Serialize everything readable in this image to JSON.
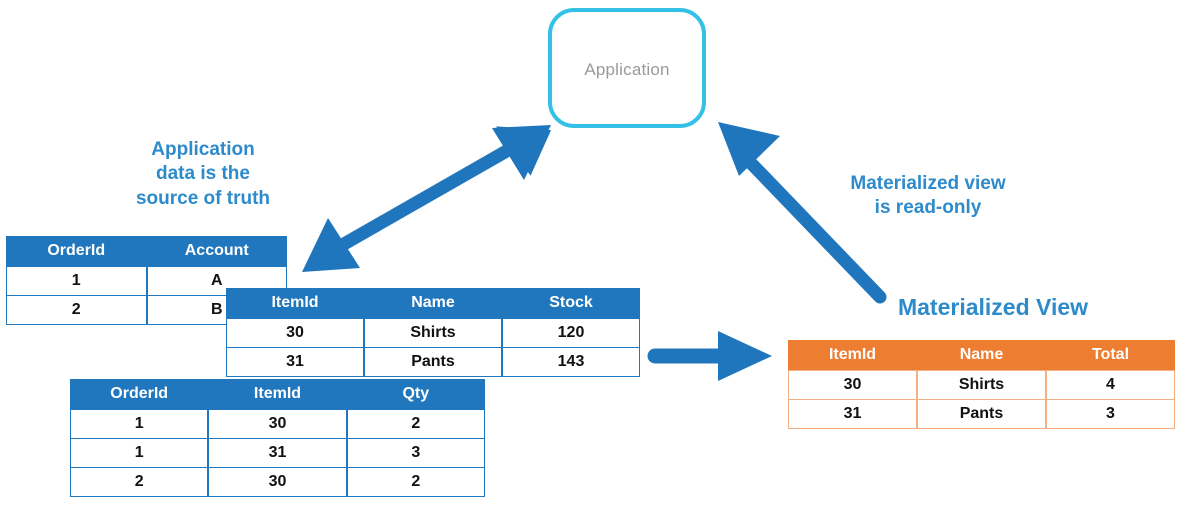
{
  "diagram": {
    "app_node": {
      "label": "Application"
    },
    "callouts": {
      "left": "Application\ndata is the\nsource of truth",
      "right": "Materialized view\nis read-only"
    },
    "materialized_view_title": "Materialized View",
    "colors": {
      "blue_header": "#2077BD",
      "orange_header": "#ED7D31",
      "orange_border": "#F3B183",
      "callout_blue": "#2E8BCB",
      "app_border": "#35C0E8",
      "arrow_blue": "#1F76BC"
    },
    "arrows": [
      {
        "name": "app-to-orders-bidirectional",
        "double_headed": true
      },
      {
        "name": "materialized-view-to-app",
        "double_headed": false
      },
      {
        "name": "items-to-materialized-view",
        "double_headed": false
      }
    ]
  },
  "tables": {
    "orders": {
      "name": "orders-table",
      "headers": [
        "OrderId",
        "Account"
      ],
      "rows": [
        [
          "1",
          "A"
        ],
        [
          "2",
          "B"
        ]
      ]
    },
    "items": {
      "name": "items-table",
      "headers": [
        "ItemId",
        "Name",
        "Stock"
      ],
      "rows": [
        [
          "30",
          "Shirts",
          "120"
        ],
        [
          "31",
          "Pants",
          "143"
        ]
      ]
    },
    "order_items": {
      "name": "order-items-table",
      "headers": [
        "OrderId",
        "ItemId",
        "Qty"
      ],
      "rows": [
        [
          "1",
          "30",
          "2"
        ],
        [
          "1",
          "31",
          "3"
        ],
        [
          "2",
          "30",
          "2"
        ]
      ]
    },
    "materialized_view": {
      "name": "materialized-view-table",
      "headers": [
        "ItemId",
        "Name",
        "Total"
      ],
      "rows": [
        [
          "30",
          "Shirts",
          "4"
        ],
        [
          "31",
          "Pants",
          "3"
        ]
      ]
    }
  }
}
